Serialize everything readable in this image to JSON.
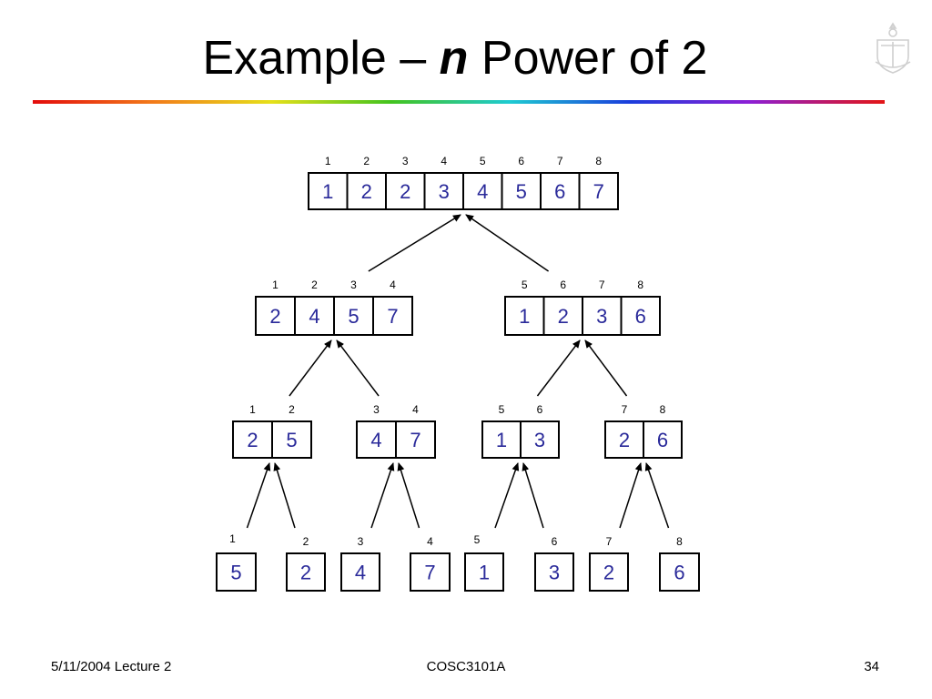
{
  "slide": {
    "title_before": "Example – ",
    "title_italic": "n",
    "title_after": " Power of 2",
    "footer_left": "5/11/2004 Lecture 2",
    "footer_center": "COSC3101A",
    "footer_right": "34"
  },
  "diagram": {
    "nodes": [
      {
        "id": "root",
        "indices": [
          "1",
          "2",
          "3",
          "4",
          "5",
          "6",
          "7",
          "8"
        ],
        "values": [
          "1",
          "2",
          "2",
          "3",
          "4",
          "5",
          "6",
          "7"
        ]
      },
      {
        "id": "left-half",
        "indices": [
          "1",
          "2",
          "3",
          "4"
        ],
        "values": [
          "2",
          "4",
          "5",
          "7"
        ]
      },
      {
        "id": "right-half",
        "indices": [
          "5",
          "6",
          "7",
          "8"
        ],
        "values": [
          "1",
          "2",
          "3",
          "6"
        ]
      },
      {
        "id": "pair-12",
        "indices": [
          "1",
          "2"
        ],
        "values": [
          "2",
          "5"
        ]
      },
      {
        "id": "pair-34",
        "indices": [
          "3",
          "4"
        ],
        "values": [
          "4",
          "7"
        ]
      },
      {
        "id": "pair-56",
        "indices": [
          "5",
          "6"
        ],
        "values": [
          "1",
          "3"
        ]
      },
      {
        "id": "pair-78",
        "indices": [
          "7",
          "8"
        ],
        "values": [
          "2",
          "6"
        ]
      },
      {
        "id": "leaf-1",
        "indices": [
          "1"
        ],
        "values": [
          "5"
        ]
      },
      {
        "id": "leaf-2",
        "indices": [
          "2"
        ],
        "values": [
          "2"
        ]
      },
      {
        "id": "leaf-3",
        "indices": [
          "3"
        ],
        "values": [
          "4"
        ]
      },
      {
        "id": "leaf-4",
        "indices": [
          "4"
        ],
        "values": [
          "7"
        ]
      },
      {
        "id": "leaf-5",
        "indices": [
          "5"
        ],
        "values": [
          "1"
        ]
      },
      {
        "id": "leaf-6",
        "indices": [
          "6"
        ],
        "values": [
          "3"
        ]
      },
      {
        "id": "leaf-7",
        "indices": [
          "7"
        ],
        "values": [
          "2"
        ]
      },
      {
        "id": "leaf-8",
        "indices": [
          "8"
        ],
        "values": [
          "6"
        ]
      }
    ],
    "merges": [
      {
        "from": [
          "left-half",
          "right-half"
        ],
        "to": "root"
      },
      {
        "from": [
          "pair-12",
          "pair-34"
        ],
        "to": "left-half"
      },
      {
        "from": [
          "pair-56",
          "pair-78"
        ],
        "to": "right-half"
      },
      {
        "from": [
          "leaf-1",
          "leaf-2"
        ],
        "to": "pair-12"
      },
      {
        "from": [
          "leaf-3",
          "leaf-4"
        ],
        "to": "pair-34"
      },
      {
        "from": [
          "leaf-5",
          "leaf-6"
        ],
        "to": "pair-56"
      },
      {
        "from": [
          "leaf-7",
          "leaf-8"
        ],
        "to": "pair-78"
      }
    ]
  },
  "colors": {
    "cell_text": "#2a2a9a",
    "box_stroke": "#000000",
    "arrow": "#000000"
  }
}
